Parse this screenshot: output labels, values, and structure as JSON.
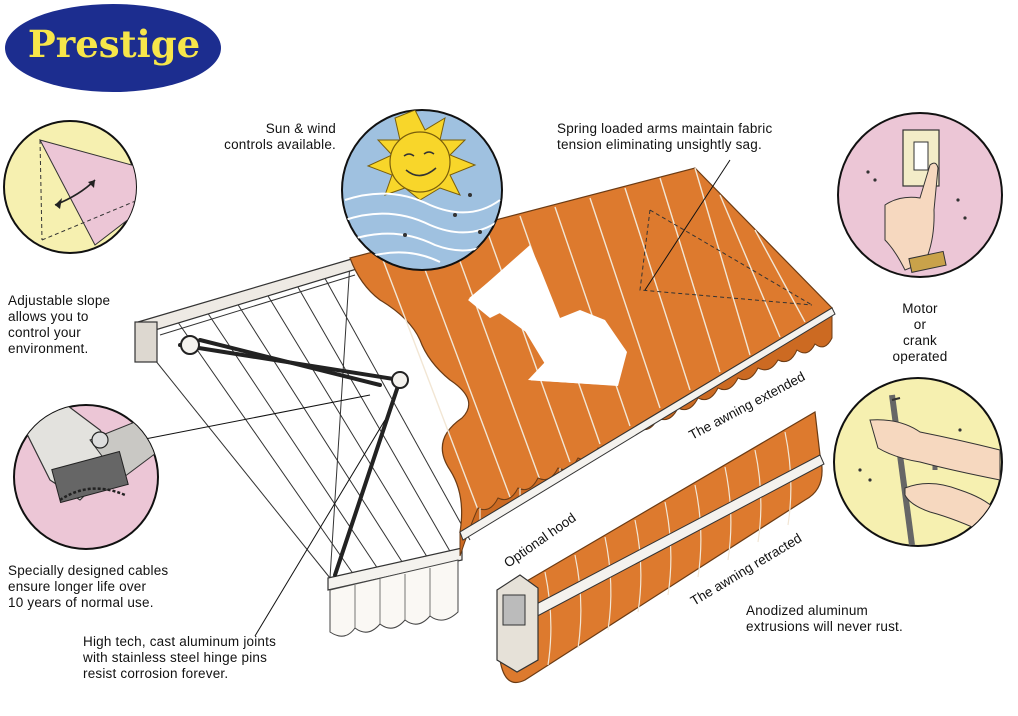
{
  "logo": {
    "text": "Prestige"
  },
  "labels": {
    "sun_wind": [
      "Sun & wind",
      "controls available."
    ],
    "spring_arms": [
      "Spring loaded arms maintain fabric",
      "tension eliminating unsightly sag."
    ],
    "adjustable_slope": [
      "Adjustable slope",
      "allows you to",
      "control your",
      "environment."
    ],
    "motor": [
      "Motor",
      "or",
      "crank",
      "operated"
    ],
    "cables": [
      "Specially designed cables",
      "ensure longer life over",
      "10 years of normal use."
    ],
    "joints": [
      "High tech, cast aluminum joints",
      "with stainless steel hinge pins",
      "resist corrosion forever."
    ],
    "anodized": [
      "Anodized aluminum",
      "extrusions will never rust."
    ],
    "extended": "The awning extended",
    "retracted": "The awning retracted",
    "hood": "Optional hood"
  },
  "colors": {
    "logo_bg": "#1c2d8f",
    "logo_text": "#f7e64a",
    "awning_fabric": "#dd7a2e",
    "awning_stripe": "#f2e6d4",
    "circle_yellow": "#f6f0b0",
    "circle_pink": "#ecc6d6",
    "sun": "#f8d62a",
    "water": "#9fc1e0"
  }
}
